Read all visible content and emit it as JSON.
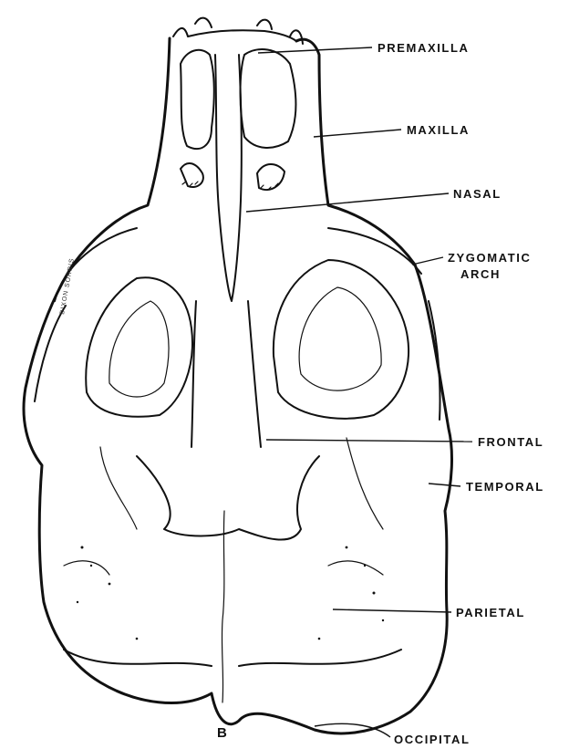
{
  "figure": {
    "panel_label": "B",
    "signature": "DIXON SORRIS"
  },
  "labels": {
    "premaxilla": "PREMAXILLA",
    "maxilla": "MAXILLA",
    "nasal": "NASAL",
    "zygomatic_line1": "ZYGOMATIC",
    "zygomatic_line2": "ARCH",
    "frontal": "FRONTAL",
    "temporal": "TEMPORAL",
    "parietal": "PARIETAL",
    "occipital": "OCCIPITAL"
  },
  "colors": {
    "ink": "#111111",
    "paper": "#ffffff"
  }
}
